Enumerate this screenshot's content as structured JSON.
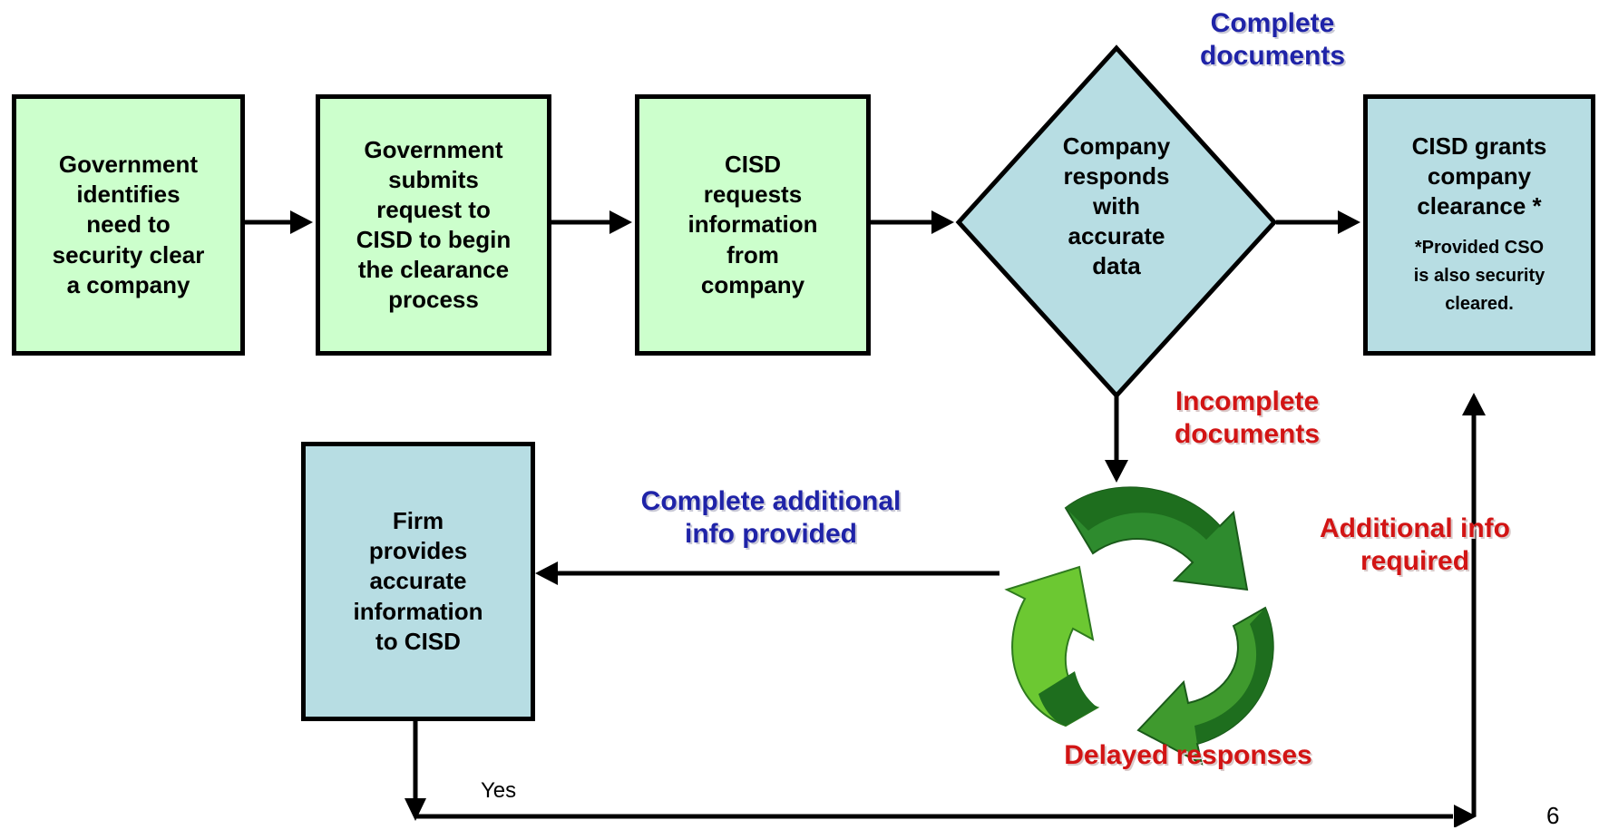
{
  "boxes": {
    "gov_identifies": "Government\nidentifies\nneed to\nsecurity clear\na company",
    "gov_submits": "Government\nsubmits\nrequest to\nCISD to begin\nthe clearance\nprocess",
    "cisd_requests": "CISD\nrequests\ninformation\nfrom\ncompany",
    "company_responds": "Company\nresponds\nwith\naccurate\ndata",
    "cisd_grants_main": "CISD grants\ncompany\nclearance *",
    "cisd_grants_note": "*Provided CSO\nis also security\ncleared.",
    "firm_provides": "Firm\nprovides\naccurate\ninformation\nto CISD"
  },
  "labels": {
    "complete_documents": "Complete\ndocuments",
    "incomplete_documents": "Incomplete\ndocuments",
    "complete_additional": "Complete additional\ninfo provided",
    "additional_info": "Additional info\nrequired",
    "delayed_responses": "Delayed responses",
    "yes": "Yes",
    "page_number": "6"
  },
  "colors": {
    "green_box": "#ccffcc",
    "blue_box": "#b7dde3",
    "blue_text": "#1f23a8",
    "red_text": "#d21414",
    "recycle_dark": "#1e6e1e",
    "recycle_mid": "#3f9a2e",
    "recycle_light": "#6cc832"
  },
  "icons": {
    "recycle": "recycle-arrows-icon"
  }
}
